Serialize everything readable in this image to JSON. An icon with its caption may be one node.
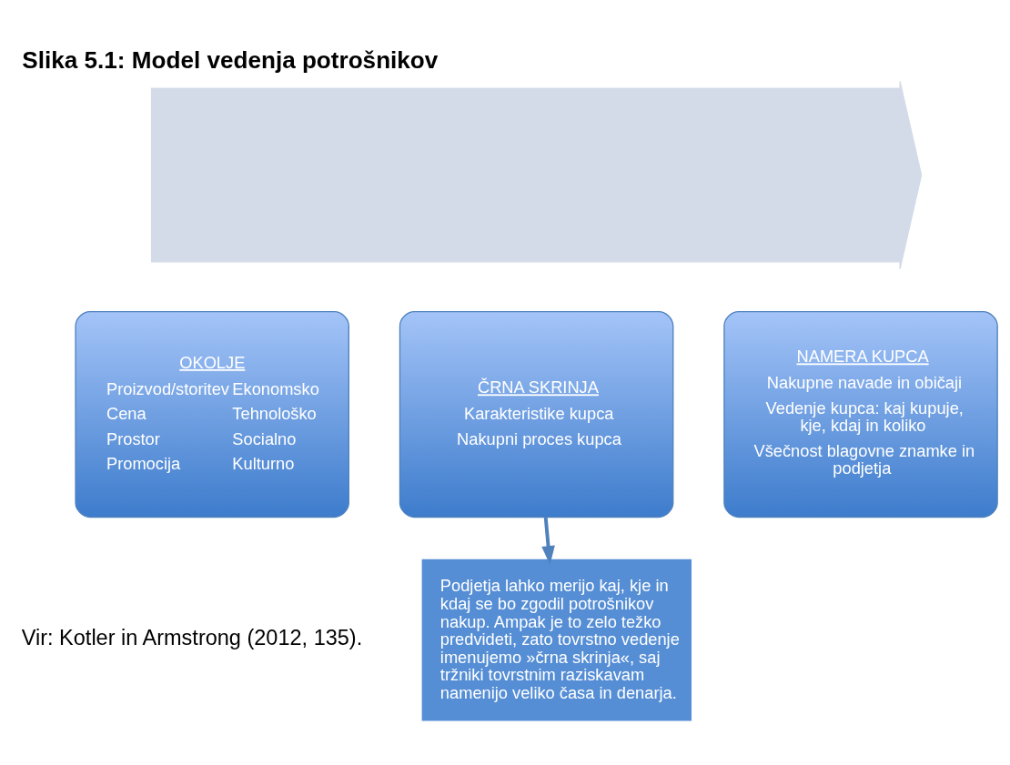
{
  "diagram": {
    "title": "Slika 5.1: Model vedenja potrošnikov",
    "caption": "Vir: Kotler in Armstrong (2012, 135).",
    "nodes": [
      {
        "text": [],
        "shape": "arrow"
      },
      {
        "text": [
          "OKOLJE",
          "Proizvod/storitev",
          "Ekonomsko",
          "Cena",
          "Tehnološko",
          "Prostor",
          "Socialno",
          "Promocija",
          "Kulturno"
        ]
      },
      {
        "text": [
          "ČRNA SKRINJA",
          "Karakteristike kupca",
          "Nakupni proces kupca"
        ]
      },
      {
        "text": [
          "NAMERA KUPCA",
          "Nakupne navade in običaji",
          "Vedenje kupca: kaj kupuje, kje, kdaj in koliko",
          "Všečnost blagovne znamke in podjetja"
        ]
      },
      {
        "text": [
          "Podjetja lahko merijo kaj, kje in kdaj se bo zgodil potrošnikov nakup. Ampak je to zelo težko predvideti, zato tovrstno vedenje imenujemo »črna skrinja«, saj tržniki tovrstnim raziskavam namenijo veliko časa in denarja."
        ]
      }
    ],
    "edges": [
      {
        "from": 2,
        "to": 4,
        "arrow": "to"
      }
    ]
  }
}
